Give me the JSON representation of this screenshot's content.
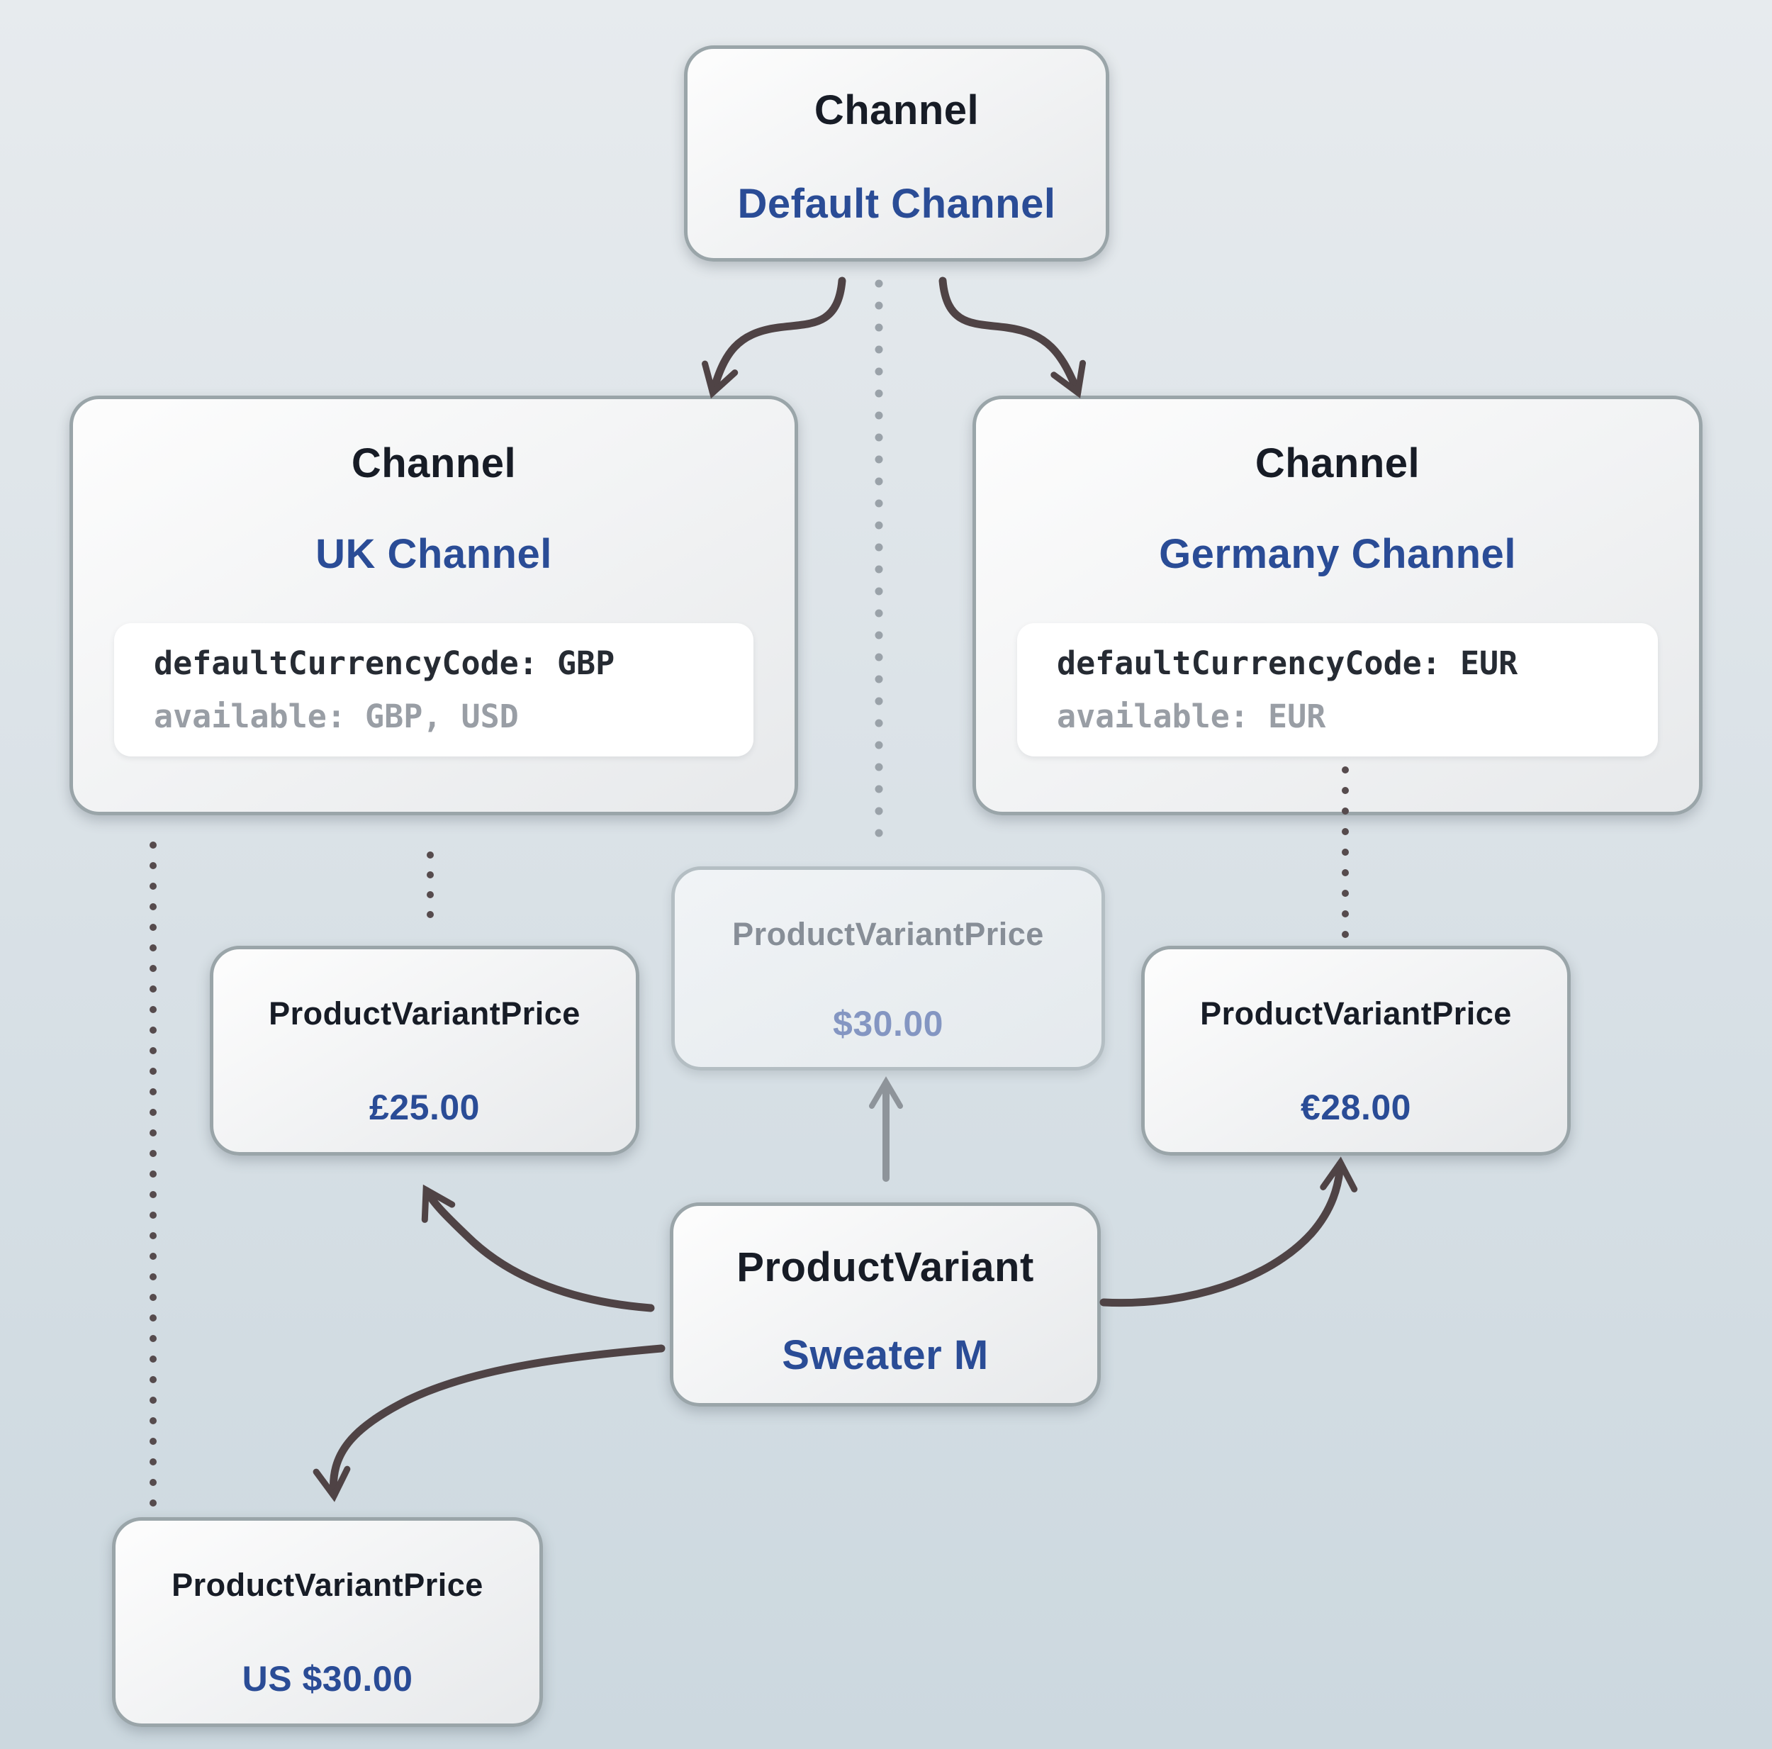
{
  "diagram": {
    "colors": {
      "background_top": "#e7ebee",
      "background_bottom": "#ccd8df",
      "node_border": "#9aa5a9",
      "heading_text": "#171c26",
      "entity_name_text": "#2a4c96",
      "code_text": "#262b33",
      "code_muted_text": "#999ea5",
      "arrow_dark": "#4f4345",
      "arrow_gray": "#8e949a",
      "dotted_dark": "#564b4d",
      "dotted_gray": "#9aa2a9",
      "faded_title_text": "#878e97",
      "faded_price_text": "#8496c2"
    },
    "nodes": {
      "default_channel": {
        "type_label": "Channel",
        "name": "Default Channel"
      },
      "uk_channel": {
        "type_label": "Channel",
        "name": "UK Channel",
        "code_line_1": "defaultCurrencyCode: GBP",
        "code_line_2": "available: GBP, USD"
      },
      "germany_channel": {
        "type_label": "Channel",
        "name": "Germany Channel",
        "code_line_1": "defaultCurrencyCode: EUR",
        "code_line_2": "available: EUR"
      },
      "inherited_price": {
        "type_label": "ProductVariantPrice",
        "value": "$30.00"
      },
      "uk_price": {
        "type_label": "ProductVariantPrice",
        "value": "£25.00"
      },
      "germany_price": {
        "type_label": "ProductVariantPrice",
        "value": "€28.00"
      },
      "usd_price": {
        "type_label": "ProductVariantPrice",
        "value": "US $30.00"
      },
      "product_variant": {
        "type_label": "ProductVariant",
        "name": "Sweater M"
      }
    }
  }
}
